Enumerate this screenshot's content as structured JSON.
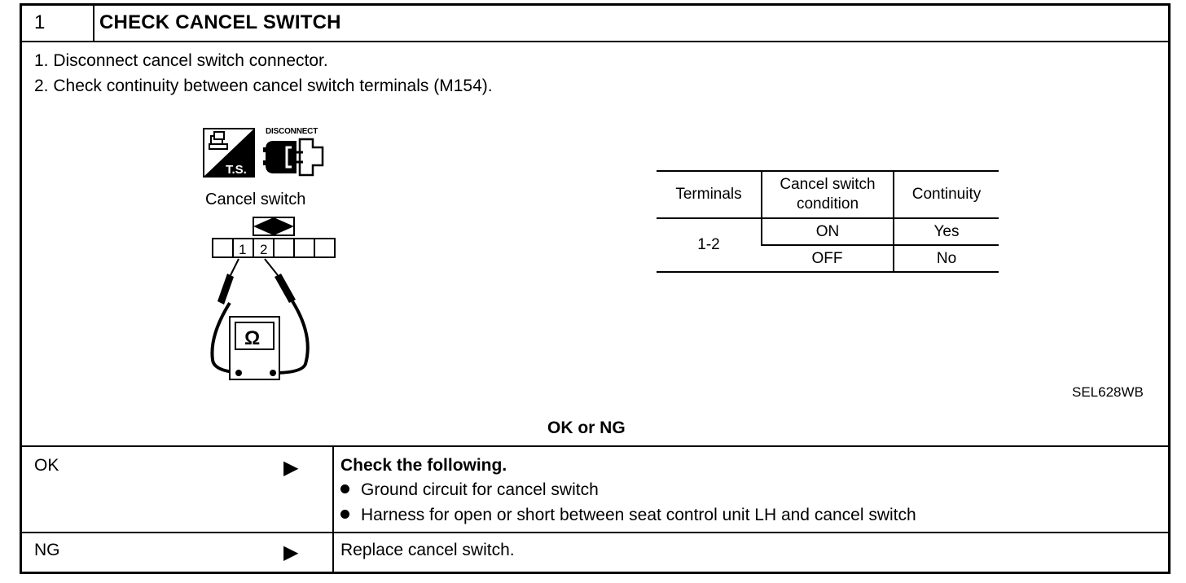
{
  "step": {
    "number": "1",
    "title": "CHECK CANCEL SWITCH"
  },
  "instructions": [
    "1.  Disconnect cancel switch connector.",
    "2.  Check continuity between cancel switch terminals (M154)."
  ],
  "figure": {
    "ts_icon_label": "T.S.",
    "disconnect_label": "DISCONNECT",
    "switch_label": "Cancel switch",
    "terminal_1": "1",
    "terminal_2": "2",
    "meter_symbol": "Ω",
    "code": "SEL628WB"
  },
  "table": {
    "headers": [
      "Terminals",
      "Cancel switch condition",
      "Continuity"
    ],
    "terminals": "1-2",
    "rows": [
      {
        "condition": "ON",
        "continuity": "Yes"
      },
      {
        "condition": "OFF",
        "continuity": "No"
      }
    ]
  },
  "decision_heading": "OK or NG",
  "results": {
    "ok": {
      "label": "OK",
      "arrow": "▶",
      "heading": "Check the following.",
      "items": [
        "Ground circuit for cancel switch",
        "Harness for open or short between seat control unit LH and cancel switch"
      ]
    },
    "ng": {
      "label": "NG",
      "arrow": "▶",
      "text": "Replace cancel switch."
    }
  }
}
